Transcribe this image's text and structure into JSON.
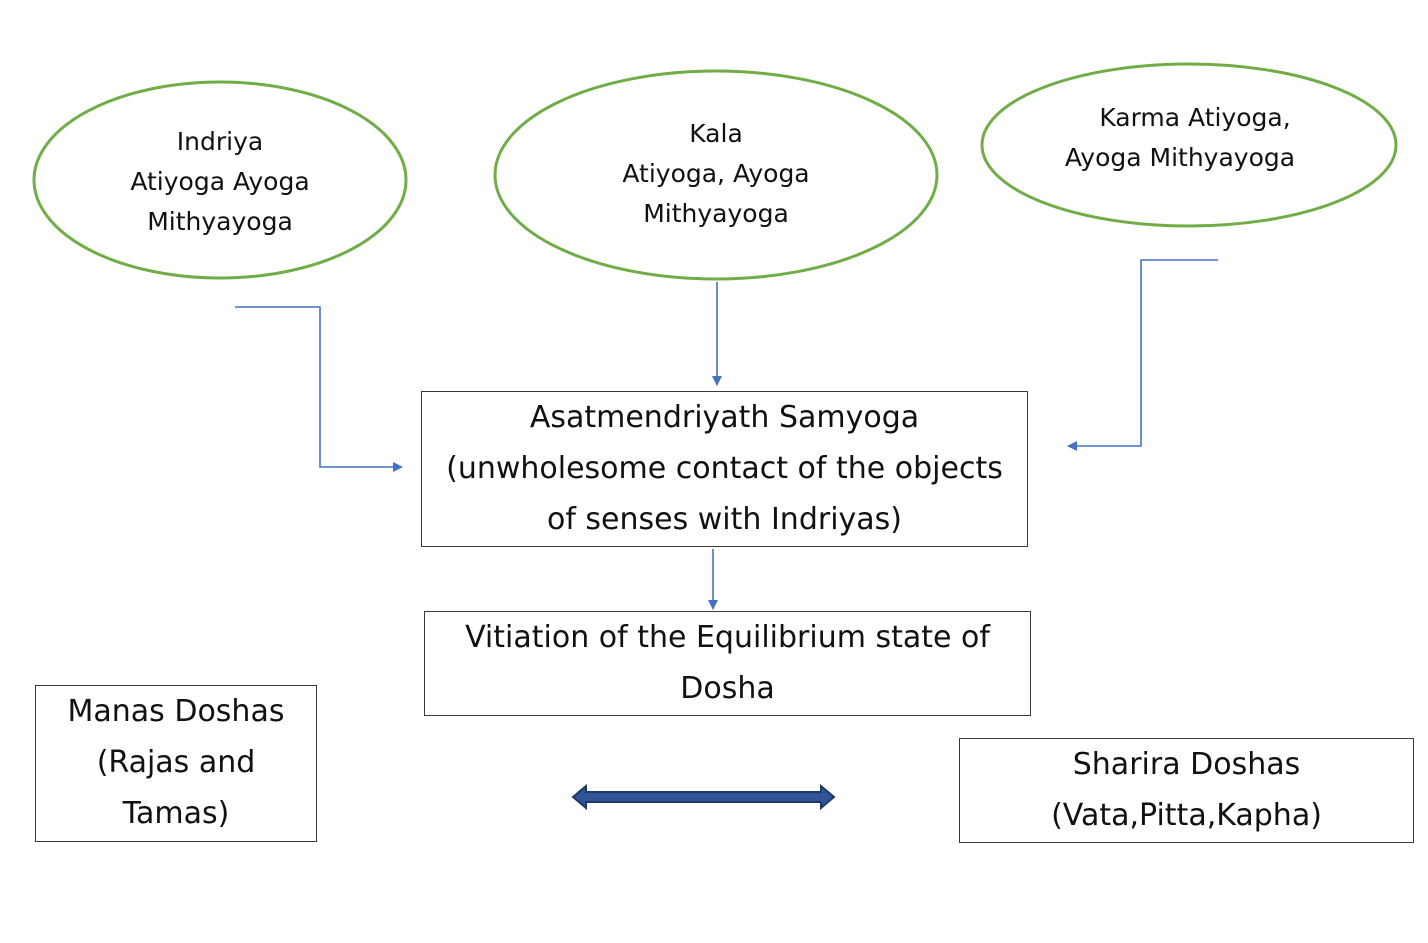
{
  "colors": {
    "ellipse_stroke": "#70ad47",
    "connector": "#4472c4",
    "box_border": "#3a3a3a",
    "double_arrow_fill": "#2f5597",
    "double_arrow_stroke": "#1f3864",
    "text": "#111111",
    "background": "#ffffff"
  },
  "ellipses": {
    "indriya": {
      "line1": "Indriya",
      "line2": "Atiyoga Ayoga",
      "line3": "Mithyayoga"
    },
    "kala": {
      "line1": "Kala",
      "line2": "Atiyoga, Ayoga",
      "line3": "Mithyayoga"
    },
    "karma": {
      "line1": "Karma Atiyoga,",
      "line2": "Ayoga Mithyayoga"
    }
  },
  "boxes": {
    "asatmendriyath": {
      "line1": "Asatmendriyath Samyoga",
      "line2": "(unwholesome contact of the objects",
      "line3": "of senses with Indriyas)"
    },
    "vitiation": {
      "line1": "Vitiation of the Equilibrium state of",
      "line2": "Dosha"
    },
    "manas": {
      "line1": "Manas Doshas",
      "line2": "(Rajas and",
      "line3": "Tamas)"
    },
    "sharira": {
      "line1": "Sharira Doshas",
      "line2": "(Vata,Pitta,Kapha)"
    }
  }
}
